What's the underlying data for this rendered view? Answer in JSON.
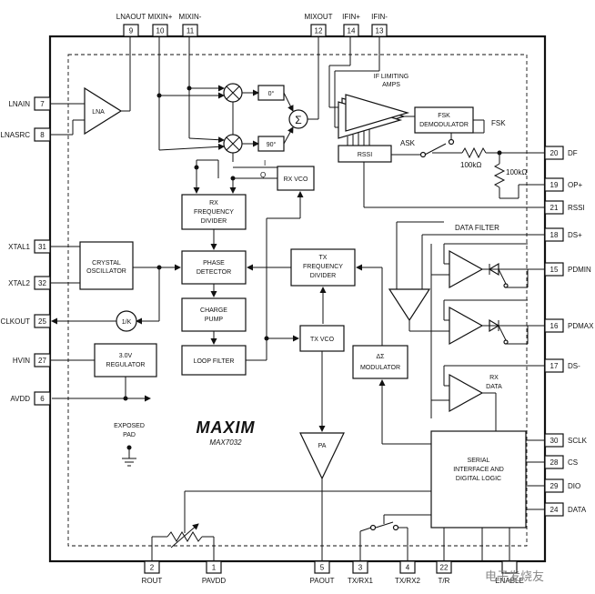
{
  "part_number": "MAX7032",
  "brand": "MAXIM",
  "pins_top": [
    {
      "num": "9",
      "name": "LNAOUT"
    },
    {
      "num": "10",
      "name": "MIXIN+"
    },
    {
      "num": "11",
      "name": "MIXIN-"
    },
    {
      "num": "12",
      "name": "MIXOUT"
    },
    {
      "num": "14",
      "name": "IFIN+"
    },
    {
      "num": "13",
      "name": "IFIN-"
    }
  ],
  "pins_left": [
    {
      "num": "7",
      "name": "LNAIN"
    },
    {
      "num": "8",
      "name": "LNASRC"
    },
    {
      "num": "31",
      "name": "XTAL1"
    },
    {
      "num": "32",
      "name": "XTAL2"
    },
    {
      "num": "25",
      "name": "CLKOUT"
    },
    {
      "num": "27",
      "name": "HVIN"
    },
    {
      "num": "6",
      "name": "AVDD"
    }
  ],
  "pins_right": [
    {
      "num": "20",
      "name": "DF"
    },
    {
      "num": "19",
      "name": "OP+"
    },
    {
      "num": "21",
      "name": "RSSI"
    },
    {
      "num": "18",
      "name": "DS+"
    },
    {
      "num": "15",
      "name": "PDMIN"
    },
    {
      "num": "16",
      "name": "PDMAX"
    },
    {
      "num": "17",
      "name": "DS-"
    },
    {
      "num": "30",
      "name": "SCLK"
    },
    {
      "num": "28",
      "name": "CS"
    },
    {
      "num": "29",
      "name": "DIO"
    },
    {
      "num": "24",
      "name": "DATA"
    }
  ],
  "pins_bottom": [
    {
      "num": "2",
      "name": "ROUT"
    },
    {
      "num": "1",
      "name": "PAVDD"
    },
    {
      "num": "5",
      "name": "PAOUT"
    },
    {
      "num": "3",
      "name": "TX/RX1"
    },
    {
      "num": "4",
      "name": "TX/RX2"
    },
    {
      "num": "22",
      "name": "T/R"
    },
    {
      "num": "",
      "name": "ENABLE"
    }
  ],
  "blocks": {
    "lna": "LNA",
    "phase_0": "0°",
    "phase_90": "90°",
    "sum": "Σ",
    "i_label": "I",
    "q_label": "Q",
    "rx_vco": "RX VCO",
    "rx_div": [
      "RX",
      "FREQUENCY",
      "DIVIDER"
    ],
    "crystal": [
      "CRYSTAL",
      "OSCILLATOR"
    ],
    "phase_det": [
      "PHASE",
      "DETECTOR"
    ],
    "charge_pump": [
      "CHARGE",
      "PUMP"
    ],
    "loop_filter": "LOOP FILTER",
    "div_1k": "1/K",
    "regulator": [
      "3.0V",
      "REGULATOR"
    ],
    "tx_div": [
      "TX",
      "FREQUENCY",
      "DIVIDER"
    ],
    "tx_vco": "TX VCO",
    "modulator": [
      "ΔΣ",
      "MODULATOR"
    ],
    "pa": "PA",
    "serial": [
      "SERIAL",
      "INTERFACE AND",
      "DIGITAL LOGIC"
    ],
    "if_amps": [
      "IF LIMITING",
      "AMPS"
    ],
    "fsk_demod": [
      "FSK",
      "DEMODULATOR"
    ],
    "fsk": "FSK",
    "ask": "ASK",
    "rssi": "RSSI",
    "r100k_a": "100kΩ",
    "r100k_b": "100kΩ",
    "data_filter": "DATA FILTER",
    "rx_data": [
      "RX",
      "DATA"
    ],
    "exposed_pad": [
      "EXPOSED",
      "PAD"
    ]
  },
  "watermark": "电子发烧友"
}
